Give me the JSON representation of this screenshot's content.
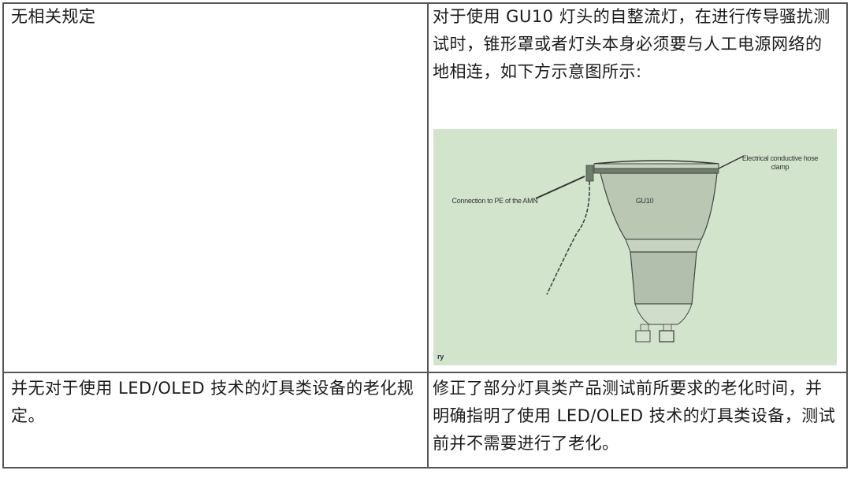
{
  "table": {
    "rows": [
      {
        "left": "无相关规定",
        "right": "对于使用 GU10 灯头的自整流灯，在进行传导骚扰测试时，锥形罩或者灯头本身必须要与人工电源网络的地相连，如下方示意图所示:",
        "figure": {
          "lamp_label": "GU10",
          "callout_left": "Connection to PE of the AMN",
          "callout_right": "Electrical conductive hose clamp",
          "corner_fragment": "ry",
          "background_color": "#d2e4cc"
        }
      },
      {
        "left": "并无对于使用 LED/OLED 技术的灯具类设备的老化规定。",
        "right": "修正了部分灯具类产品测试前所要求的老化时间，并明确指明了使用 LED/OLED 技术的灯具类设备，测试前并不需要进行了老化。"
      }
    ]
  }
}
